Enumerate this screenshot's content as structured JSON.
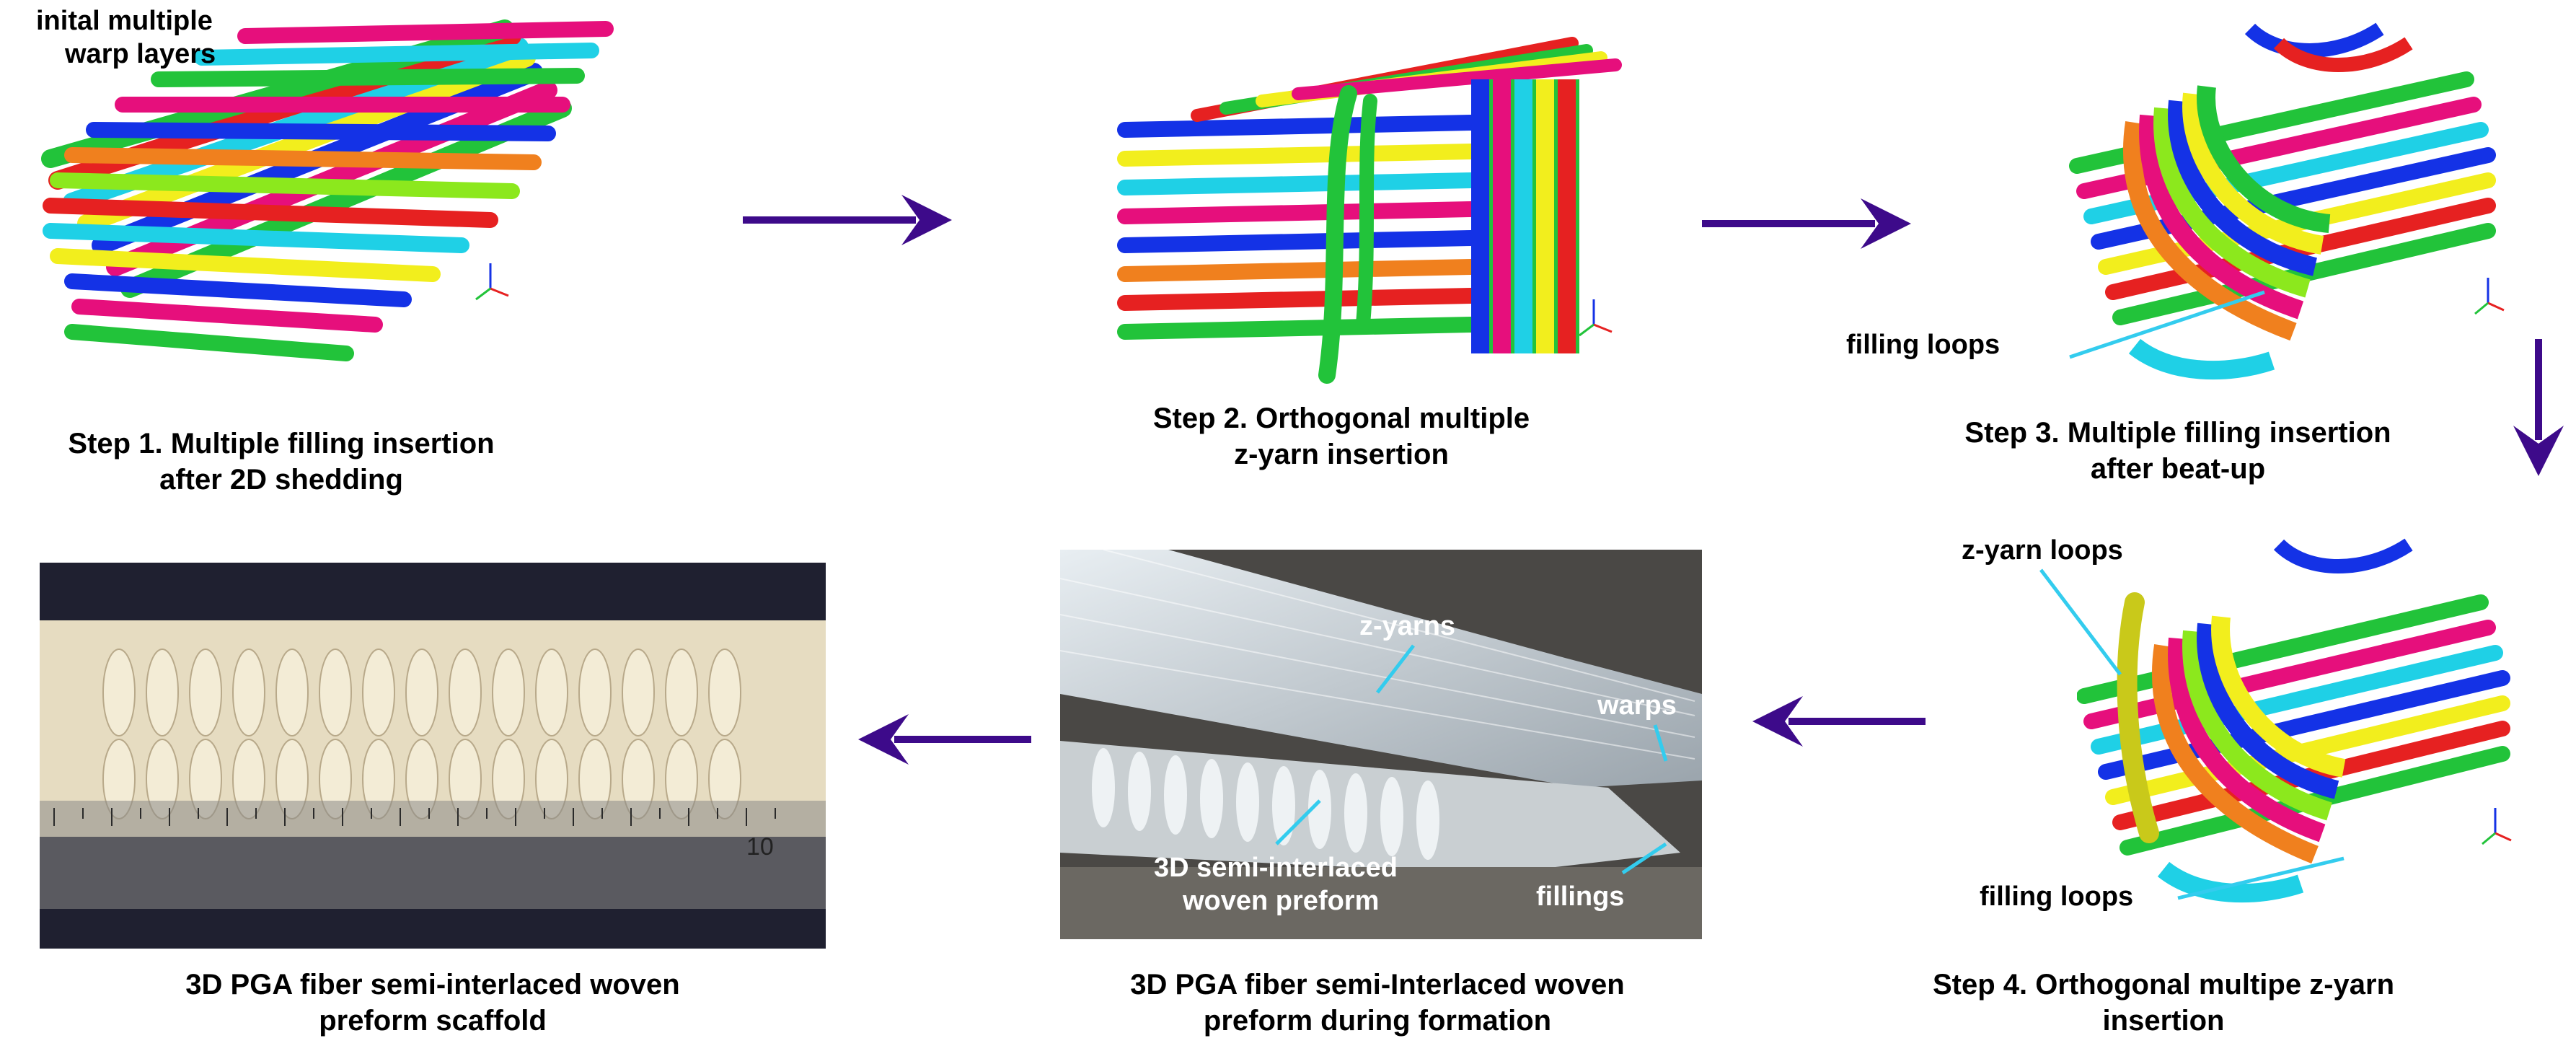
{
  "steps": [
    {
      "caption_line1": "Step 1. Multiple filling insertion",
      "caption_line2": "after 2D shedding"
    },
    {
      "caption_line1": "Step 2. Orthogonal multiple",
      "caption_line2": "z-yarn insertion"
    },
    {
      "caption_line1": "Step 3. Multiple filling insertion",
      "caption_line2": "after beat-up"
    },
    {
      "caption_line1": "Step 4. Orthogonal multipe z-yarn",
      "caption_line2": "insertion"
    }
  ],
  "photos": [
    {
      "caption_line1": "3D PGA fiber semi-Interlaced woven",
      "caption_line2": "preform during formation"
    },
    {
      "caption_line1": "3D PGA fiber semi-interlaced woven",
      "caption_line2": "preform scaffold"
    }
  ],
  "annotations": {
    "warp_layers_line1": "inital multiple",
    "warp_layers_line2": "warp layers",
    "filling_loops_step3": "filling loops",
    "zyarn_loops": "z-yarn loops",
    "filling_loops_step4": "filling loops",
    "zyarns": "z-yarns",
    "warps": "warps",
    "preform_line1": "3D semi-interlaced",
    "preform_line2": "woven preform",
    "fillings": "fillings",
    "ruler_number": "10"
  },
  "yarn_colors": [
    "#22c33a",
    "#1432e6",
    "#e60f7c",
    "#f2ee1d",
    "#1fd0e6",
    "#f0801e",
    "#e62121",
    "#8ce81d",
    "#7f7f7f"
  ],
  "arrow_color": "#3d0a8a",
  "callout_color": "#33ccee"
}
